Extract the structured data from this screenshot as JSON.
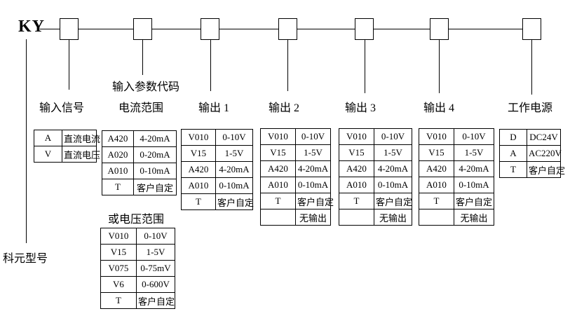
{
  "diagram": {
    "prefix": "KY",
    "model_label": "科元型号",
    "param_code_label": "输入参数代码",
    "box_count": 7
  },
  "colors": {
    "background": "#ffffff",
    "line": "#000000",
    "text": "#000000"
  },
  "groups": {
    "input_signal": {
      "label": "输入信号",
      "rows": [
        [
          "A",
          "直流电流"
        ],
        [
          "V",
          "直流电压"
        ]
      ]
    },
    "current_range": {
      "label": "电流范围",
      "rows": [
        [
          "A420",
          "4-20mA"
        ],
        [
          "A020",
          "0-20mA"
        ],
        [
          "A010",
          "0-10mA"
        ],
        [
          "T",
          "客户自定"
        ]
      ]
    },
    "voltage_range": {
      "label": "或电压范围",
      "rows": [
        [
          "V010",
          "0-10V"
        ],
        [
          "V15",
          "1-5V"
        ],
        [
          "V075",
          "0-75mV"
        ],
        [
          "V6",
          "0-600V"
        ],
        [
          "T",
          "客户自定"
        ]
      ]
    },
    "output1": {
      "label": "输出 1",
      "rows": [
        [
          "V010",
          "0-10V"
        ],
        [
          "V15",
          "1-5V"
        ],
        [
          "A420",
          "4-20mA"
        ],
        [
          "A010",
          "0-10mA"
        ],
        [
          "T",
          "客户自定"
        ]
      ]
    },
    "output2": {
      "label": "输出 2",
      "rows": [
        [
          "V010",
          "0-10V"
        ],
        [
          "V15",
          "1-5V"
        ],
        [
          "A420",
          "4-20mA"
        ],
        [
          "A010",
          "0-10mA"
        ],
        [
          "T",
          "客户自定"
        ],
        [
          "",
          "无输出"
        ]
      ]
    },
    "output3": {
      "label": "输出 3",
      "rows": [
        [
          "V010",
          "0-10V"
        ],
        [
          "V15",
          "1-5V"
        ],
        [
          "A420",
          "4-20mA"
        ],
        [
          "A010",
          "0-10mA"
        ],
        [
          "T",
          "客户自定"
        ],
        [
          "",
          "无输出"
        ]
      ]
    },
    "output4": {
      "label": "输出 4",
      "rows": [
        [
          "V010",
          "0-10V"
        ],
        [
          "V15",
          "1-5V"
        ],
        [
          "A420",
          "4-20mA"
        ],
        [
          "A010",
          "0-10mA"
        ],
        [
          "T",
          "客户自定"
        ],
        [
          "",
          "无输出"
        ]
      ]
    },
    "power_supply": {
      "label": "工作电源",
      "rows": [
        [
          "D",
          "DC24V"
        ],
        [
          "A",
          "AC220V"
        ],
        [
          "T",
          "客户自定"
        ]
      ]
    }
  }
}
